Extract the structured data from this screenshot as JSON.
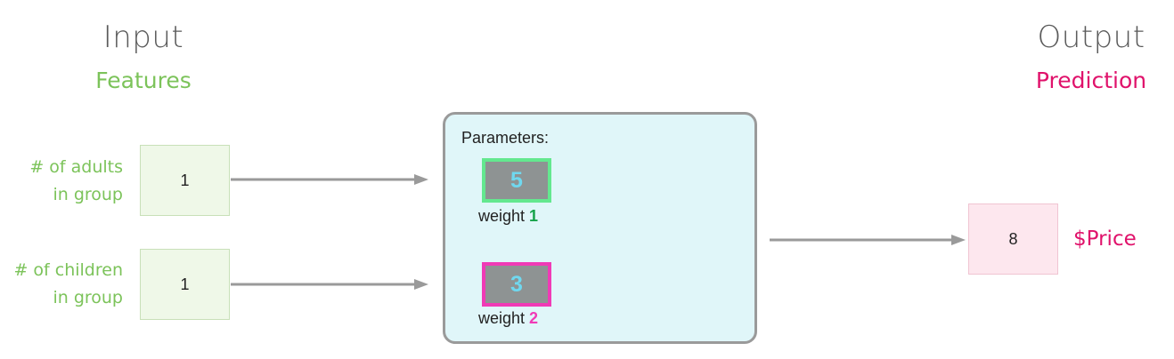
{
  "input": {
    "title": "Input",
    "subtitle": "Features"
  },
  "output": {
    "title": "Output",
    "subtitle": "Prediction"
  },
  "features": [
    {
      "label_line1": "# of adults",
      "label_line2": "in group",
      "value": "1"
    },
    {
      "label_line1": "# of children",
      "label_line2": "in group",
      "value": "1"
    }
  ],
  "parameters": {
    "title": "Parameters:",
    "weights": [
      {
        "value": "5",
        "label": "weight",
        "index": "1"
      },
      {
        "value": "3",
        "label": "weight",
        "index": "2"
      }
    ]
  },
  "prediction": {
    "value": "8",
    "label": "$Price"
  },
  "colors": {
    "feature_green": "#7cc35a",
    "prediction_pink": "#e0126b",
    "weight1_border": "#63e88f",
    "weight2_border": "#f03ab6",
    "weight_value": "#6fd8ef",
    "panel_bg": "#e0f6f9",
    "arrow": "#9a9a9a"
  }
}
